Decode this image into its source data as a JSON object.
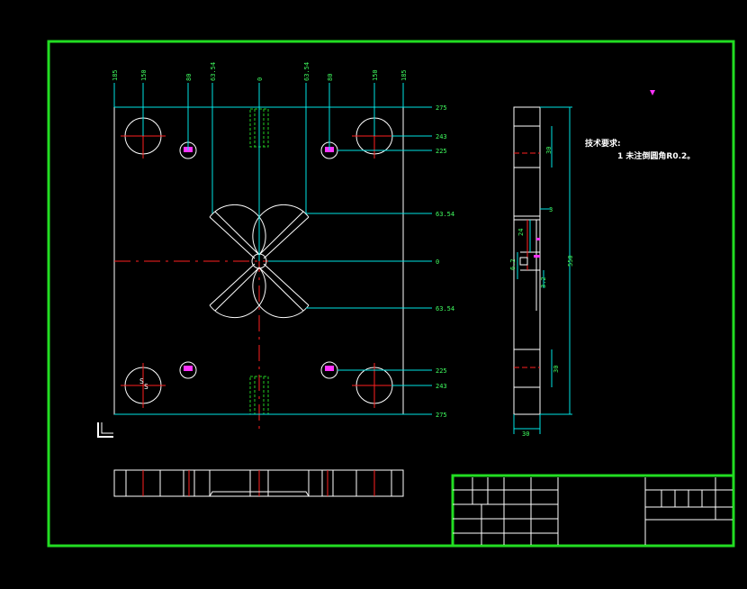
{
  "colors": {
    "background": "#000000",
    "border": "#22dd22",
    "outline": "#ffffff",
    "dimension": "#00e5e5",
    "centerline": "#ff2020",
    "hidden": "#22cc22",
    "marker": "#ff33ff",
    "dim_text": "#40ff60"
  },
  "tech_requirements": {
    "title": "技术要求:",
    "item": "1  未注倒圆角R0.2。"
  },
  "top_dims": [
    "185",
    "150",
    "80",
    "63.54",
    "0",
    "63.54",
    "80",
    "150",
    "185"
  ],
  "right_dims": [
    "275",
    "243",
    "225",
    "63.54",
    "0",
    "63.54",
    "225",
    "243",
    "275"
  ],
  "side_dims": {
    "d1": "30",
    "d2": "3",
    "d3": "24",
    "d4": "6.2",
    "d5": "3.2",
    "total": "550",
    "d6": "30",
    "width": "30"
  },
  "hole_labels": [
    "S",
    "S"
  ],
  "icons": {
    "ucs": "ucs-icon",
    "marker": "cursor-marker-icon"
  }
}
